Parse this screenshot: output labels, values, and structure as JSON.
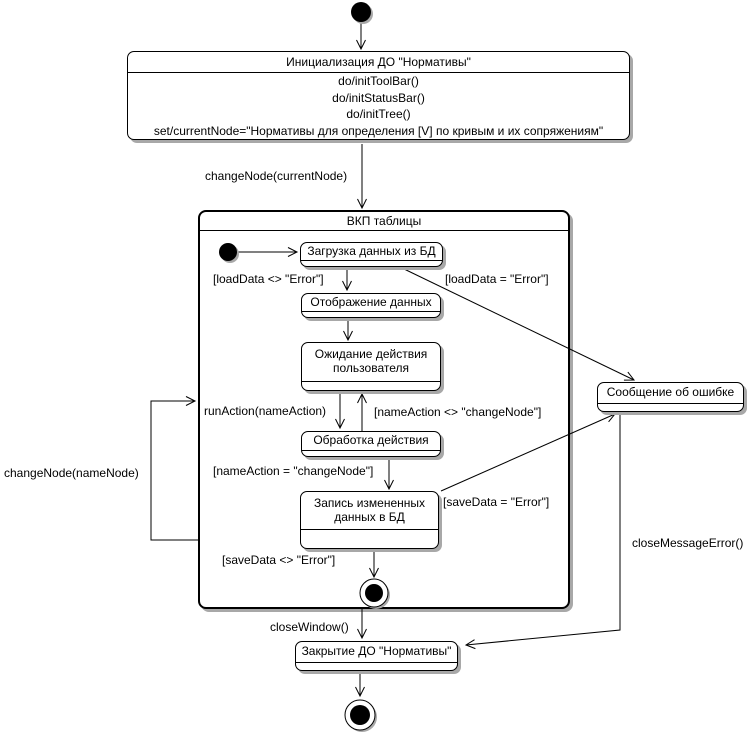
{
  "colors": {
    "line": "#000000",
    "fill": "#ffffff",
    "shadow": "#a8a8a8"
  },
  "states": {
    "init": {
      "title": "Инициализация ДО \"Нормативы\"",
      "actions": [
        "do/initToolBar()",
        "do/initStatusBar()",
        "do/initTree()",
        "set/currentNode=\"Нормативы для определения [V] по кривым и их сопряжениям\""
      ]
    },
    "vkp": {
      "title": "ВКП таблицы"
    },
    "load": {
      "title": "Загрузка данных из БД"
    },
    "display": {
      "title": "Отображение данных"
    },
    "wait": {
      "title": "Ожидание действия пользователя"
    },
    "action": {
      "title": "Обработка действия"
    },
    "save": {
      "title": "Запись измененных данных в БД"
    },
    "error": {
      "title": "Сообщение об ошибке"
    },
    "close": {
      "title": "Закрытие ДО \"Нормативы\""
    }
  },
  "transitions": {
    "change_current_node": "changeNode(currentNode)",
    "load_ok": "[loadData <> \"Error\"]",
    "load_error": "[loadData = \"Error\"]",
    "run_action": "runAction(nameAction)",
    "name_action_not_change": "[nameAction <> \"changeNode\"]",
    "name_action_change": "[nameAction = \"changeNode\"]",
    "save_error": "[saveData = \"Error\"]",
    "save_ok": "[saveData <> \"Error\"]",
    "change_node": "changeNode(nameNode)",
    "close_window": "closeWindow()",
    "close_message_error": "closeMessageError()"
  }
}
